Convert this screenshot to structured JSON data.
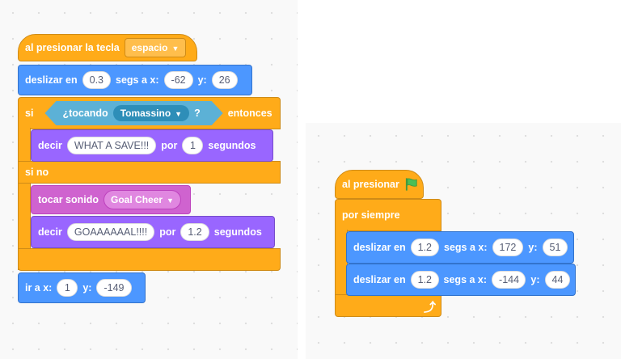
{
  "left_script": {
    "when_key": {
      "label": "al presionar la tecla",
      "key": "espacio"
    },
    "glide_1": {
      "prefix": "deslizar en",
      "secs": "0.3",
      "mid": "segs a x:",
      "x": "-62",
      "ylabel": "y:",
      "y": "26"
    },
    "if_else": {
      "if_label": "si",
      "cond": {
        "label": "¿tocando",
        "target": "Tomassino",
        "qmark": "?"
      },
      "then_label": "entonces",
      "say_1": {
        "label": "decir",
        "text": "WHAT A SAVE!!!",
        "por": "por",
        "secs": "1",
        "unit": "segundos"
      },
      "else_label": "si no",
      "play_sound": {
        "label": "tocar sonido",
        "sound": "Goal Cheer"
      },
      "say_2": {
        "label": "decir",
        "text": "GOAAAAAAL!!!!",
        "por": "por",
        "secs": "1.2",
        "unit": "segundos"
      }
    },
    "goto": {
      "label": "ir a x:",
      "x": "1",
      "ylabel": "y:",
      "y": "-149"
    }
  },
  "right_script": {
    "when_flag": {
      "label": "al presionar"
    },
    "forever": {
      "label": "por siempre"
    },
    "glide_a": {
      "prefix": "deslizar en",
      "secs": "1.2",
      "mid": "segs a x:",
      "x": "172",
      "ylabel": "y:",
      "y": "51"
    },
    "glide_b": {
      "prefix": "deslizar en",
      "secs": "1.2",
      "mid": "segs a x:",
      "x": "-144",
      "ylabel": "y:",
      "y": "44"
    }
  },
  "icons": {
    "flag": "green-flag-icon",
    "loop": "loop-arrow-icon",
    "dropdown": "caret-down-icon"
  },
  "colors": {
    "events": "#ffab19",
    "motion": "#4c97ff",
    "looks": "#9966ff",
    "sound": "#cf63cf",
    "sensing": "#5cb1d6",
    "flag": "#4cbf56"
  }
}
